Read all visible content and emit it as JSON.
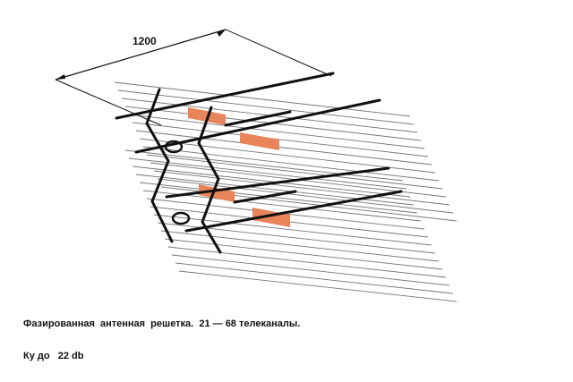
{
  "diagram": {
    "dimension_label": "1200",
    "caption_title": "Фазированная  антенная  решетка.  21 — 68 телеканалы.",
    "caption_gain": "Ку до   22 db",
    "colors": {
      "line": "#111111",
      "reflector": "#777777",
      "plate": "#e8845a",
      "background": "#ffffff"
    }
  }
}
